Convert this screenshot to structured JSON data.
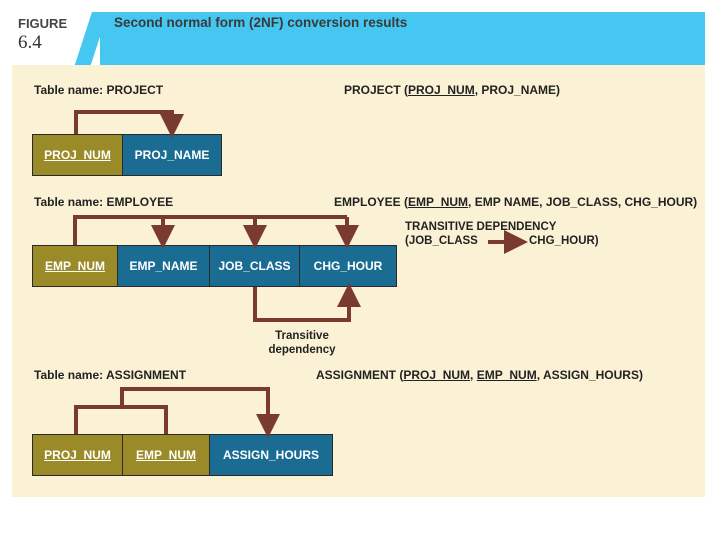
{
  "figure": {
    "word": "FIGURE",
    "number": "6.4",
    "title": "Second normal form (2NF) conversion results"
  },
  "project": {
    "table_name": "Table name: PROJECT",
    "schema_name": "PROJECT (",
    "schema_keys": [
      "PROJ_NUM"
    ],
    "schema_rest": ", PROJ_NAME)",
    "cells": [
      "PROJ_NUM",
      "PROJ_NAME"
    ]
  },
  "employee": {
    "table_name": "Table name: EMPLOYEE",
    "schema_name": "EMPLOYEE (",
    "schema_keys": [
      "EMP_NUM"
    ],
    "schema_rest": ", EMP NAME, JOB_CLASS, CHG_HOUR)",
    "cells": [
      "EMP_NUM",
      "EMP_NAME",
      "JOB_CLASS",
      "CHG_HOUR"
    ],
    "dependency_title": "TRANSITIVE DEPENDENCY",
    "dependency_left": "(JOB_CLASS",
    "dependency_right": "CHG_HOUR)",
    "transitive_line1": "Transitive",
    "transitive_line2": "dependency"
  },
  "assignment": {
    "table_name": "Table name: ASSIGNMENT",
    "schema_name": "ASSIGNMENT (",
    "schema_keys": [
      "PROJ_NUM",
      "EMP_NUM"
    ],
    "schema_rest": ", ASSIGN_HOURS)",
    "cells": [
      "PROJ_NUM",
      "EMP_NUM",
      "ASSIGN_HOURS"
    ]
  },
  "colors": {
    "key_cell": "#9a8a28",
    "attr_cell": "#1a6c92",
    "arrow": "#7a3a2e",
    "title_band": "#45c7f2",
    "panel": "#fbf2d6"
  }
}
